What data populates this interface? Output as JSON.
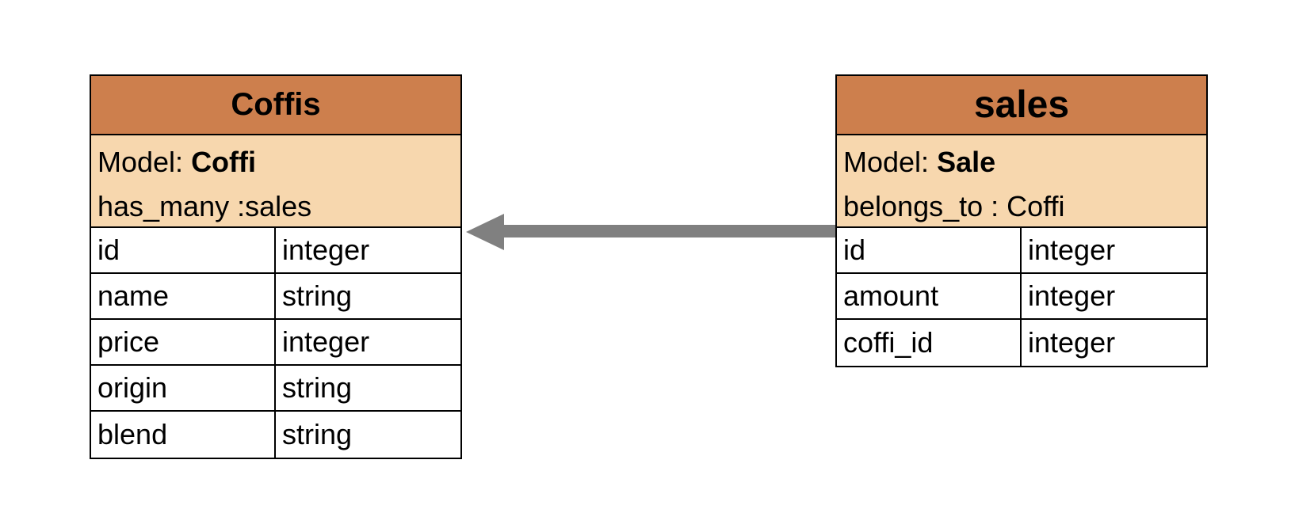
{
  "entities": {
    "coffis": {
      "title": "Coffis",
      "model_prefix": "Model: ",
      "model_name": "Coffi",
      "association": "has_many :sales",
      "columns": [
        {
          "name": "id",
          "type": "integer"
        },
        {
          "name": "name",
          "type": "string"
        },
        {
          "name": "price",
          "type": "integer"
        },
        {
          "name": "origin",
          "type": "string"
        },
        {
          "name": "blend",
          "type": "string"
        }
      ]
    },
    "sales": {
      "title": "sales",
      "model_prefix": "Model: ",
      "model_name": "Sale",
      "association_prefix": "belongs_to : ",
      "association_target": "Coffi",
      "columns": [
        {
          "name": "id",
          "type": "integer"
        },
        {
          "name": "amount",
          "type": "integer"
        },
        {
          "name": "coffi_id",
          "type": "integer"
        }
      ]
    }
  },
  "colors": {
    "header": "#cd7f4d",
    "meta": "#f7d7ae",
    "arrow": "#808080"
  }
}
